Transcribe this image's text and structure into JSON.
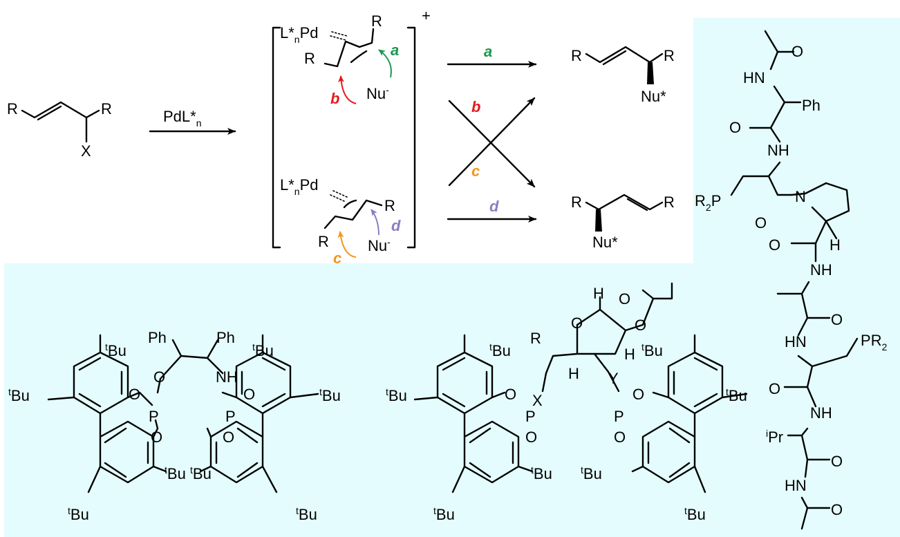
{
  "colors": {
    "panel_bg": "#e4fcfd",
    "path_a": "#1a9850",
    "path_b": "#e31a1c",
    "path_c": "#f7941d",
    "path_d": "#8e7cc3"
  },
  "scheme": {
    "substrate": {
      "r_left": "R",
      "r_right": "R",
      "leaving_group": "X"
    },
    "reagent": {
      "main": "PdL*",
      "sub": "n"
    },
    "complex_top": {
      "pd_main": "L*",
      "pd_sub": "n",
      "pd_tail": "Pd",
      "r1": "R",
      "r2": "R",
      "nu": "Nu",
      "nu_charge": "-"
    },
    "complex_bottom": {
      "pd_main": "L*",
      "pd_sub": "n",
      "pd_tail": "Pd",
      "r1": "R",
      "r2": "R",
      "nu": "Nu",
      "nu_charge": "-"
    },
    "bracket_charge": "+",
    "path_labels": {
      "a": "a",
      "b": "b",
      "c": "c",
      "d": "d"
    },
    "product_top": {
      "r_left": "R",
      "r_right": "R",
      "nu": "Nu*"
    },
    "product_bottom": {
      "r_left": "R",
      "r_right": "R",
      "nu": "Nu*"
    }
  },
  "ligands": {
    "ligand1": {
      "ph1": "Ph",
      "ph2": "Ph",
      "o_link": "O",
      "n_link": "NH",
      "p1": "P",
      "p2": "P",
      "o": "O",
      "tbu_prefix": "t",
      "tbu": "Bu"
    },
    "ligand2": {
      "r": "R",
      "x": "X",
      "y": "Y",
      "h": "H",
      "o": "O",
      "p1": "P",
      "p2": "P",
      "tbu_prefix": "t",
      "tbu": "Bu"
    },
    "peptide": {
      "o": "O",
      "nh": "NH",
      "hn": "HN",
      "n": "N",
      "h": "H",
      "ph": "Ph",
      "pr2_p": "P",
      "pr2_r": "R",
      "pr2_sub": "2",
      "ipr_prefix": "i",
      "ipr": "Pr"
    }
  }
}
